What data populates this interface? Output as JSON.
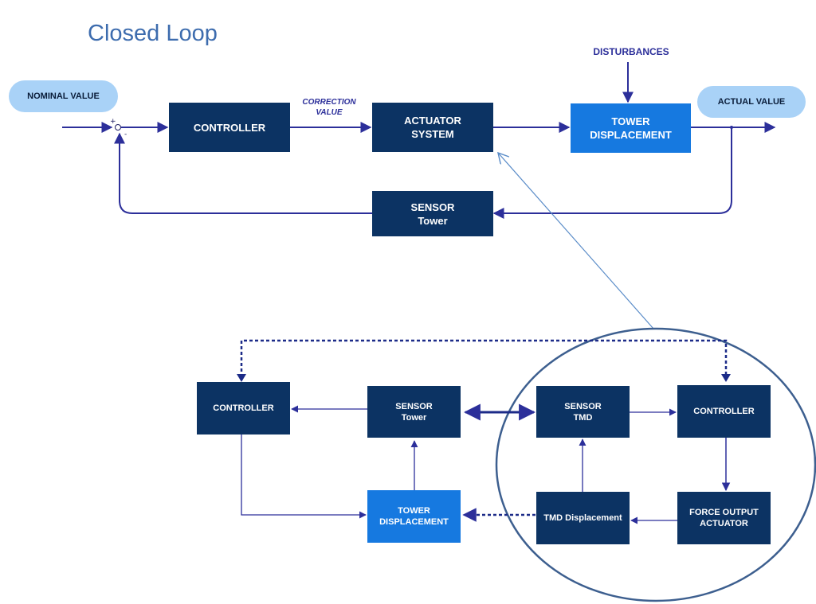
{
  "title": "Closed Loop",
  "colors": {
    "box_dark": "#0c3363",
    "box_light": "#1679e0",
    "pill": "#a9d2f7",
    "line": "#2c2f9a",
    "ellipse": "#3d5f8f",
    "callout": "#5a8cc8",
    "title": "#3d6cae"
  },
  "top_loop": {
    "nominal_value": "NOMINAL VALUE",
    "actual_value": "ACTUAL VALUE",
    "disturbances": "DISTURBANCES",
    "plus_sign": "+",
    "minus_sign": "-",
    "correction_value": [
      "CORRECTION",
      "VALUE"
    ],
    "controller": [
      "CONTROLLER"
    ],
    "actuator_system": [
      "ACTUATOR",
      "SYSTEM"
    ],
    "tower_displacement": [
      "TOWER",
      "DISPLACEMENT"
    ],
    "sensor_tower": [
      "SENSOR",
      "Tower"
    ]
  },
  "detail_loop": {
    "controller_left": [
      "CONTROLLER"
    ],
    "sensor_tower": [
      "SENSOR",
      "Tower"
    ],
    "sensor_tmd": [
      "SENSOR",
      "TMD"
    ],
    "controller_right": [
      "CONTROLLER"
    ],
    "tower_displacement": [
      "TOWER",
      "DISPLACEMENT"
    ],
    "tmd_displacement": [
      "TMD Displacement"
    ],
    "force_output_actuator": [
      "FORCE OUTPUT",
      "ACTUATOR"
    ]
  }
}
